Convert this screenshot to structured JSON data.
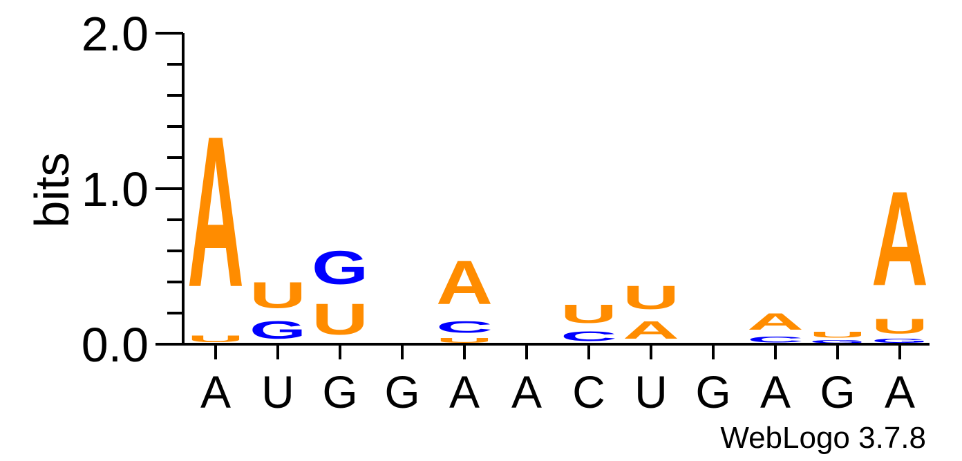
{
  "chart_data": {
    "type": "sequence-logo",
    "ylabel": "bits",
    "ylim": [
      0,
      2.0
    ],
    "y_ticks": [
      "0.0",
      "1.0",
      "2.0"
    ],
    "x_labels": [
      "A",
      "U",
      "G",
      "G",
      "A",
      "A",
      "C",
      "U",
      "G",
      "A",
      "G",
      "A"
    ],
    "credit": "WebLogo 3.7.8",
    "colors": {
      "A": "#ff8c00",
      "U": "#ff8c00",
      "G": "#0000ff",
      "C": "#0000ff"
    },
    "positions": [
      {
        "stack": [
          {
            "letter": "U",
            "bits": 0.07
          },
          {
            "letter": "A",
            "bits": 1.55
          }
        ]
      },
      {
        "stack": [
          {
            "letter": "G",
            "bits": 0.18
          },
          {
            "letter": "U",
            "bits": 0.27
          }
        ]
      },
      {
        "stack": [
          {
            "letter": "U",
            "bits": 0.32
          },
          {
            "letter": "G",
            "bits": 0.34
          }
        ]
      },
      {
        "stack": []
      },
      {
        "stack": [
          {
            "letter": "U",
            "bits": 0.05
          },
          {
            "letter": "C",
            "bits": 0.12
          },
          {
            "letter": "A",
            "bits": 0.45
          }
        ]
      },
      {
        "stack": []
      },
      {
        "stack": [
          {
            "letter": "C",
            "bits": 0.1
          },
          {
            "letter": "U",
            "bits": 0.19
          }
        ]
      },
      {
        "stack": [
          {
            "letter": "A",
            "bits": 0.18
          },
          {
            "letter": "U",
            "bits": 0.24
          }
        ]
      },
      {
        "stack": []
      },
      {
        "stack": [
          {
            "letter": "C",
            "bits": 0.06
          },
          {
            "letter": "A",
            "bits": 0.17
          }
        ]
      },
      {
        "stack": [
          {
            "letter": "G",
            "bits": 0.03
          },
          {
            "letter": "U",
            "bits": 0.06
          }
        ]
      },
      {
        "stack": [
          {
            "letter": "G",
            "bits": 0.04
          },
          {
            "letter": "U",
            "bits": 0.15
          },
          {
            "letter": "A",
            "bits": 0.97
          }
        ]
      }
    ]
  }
}
